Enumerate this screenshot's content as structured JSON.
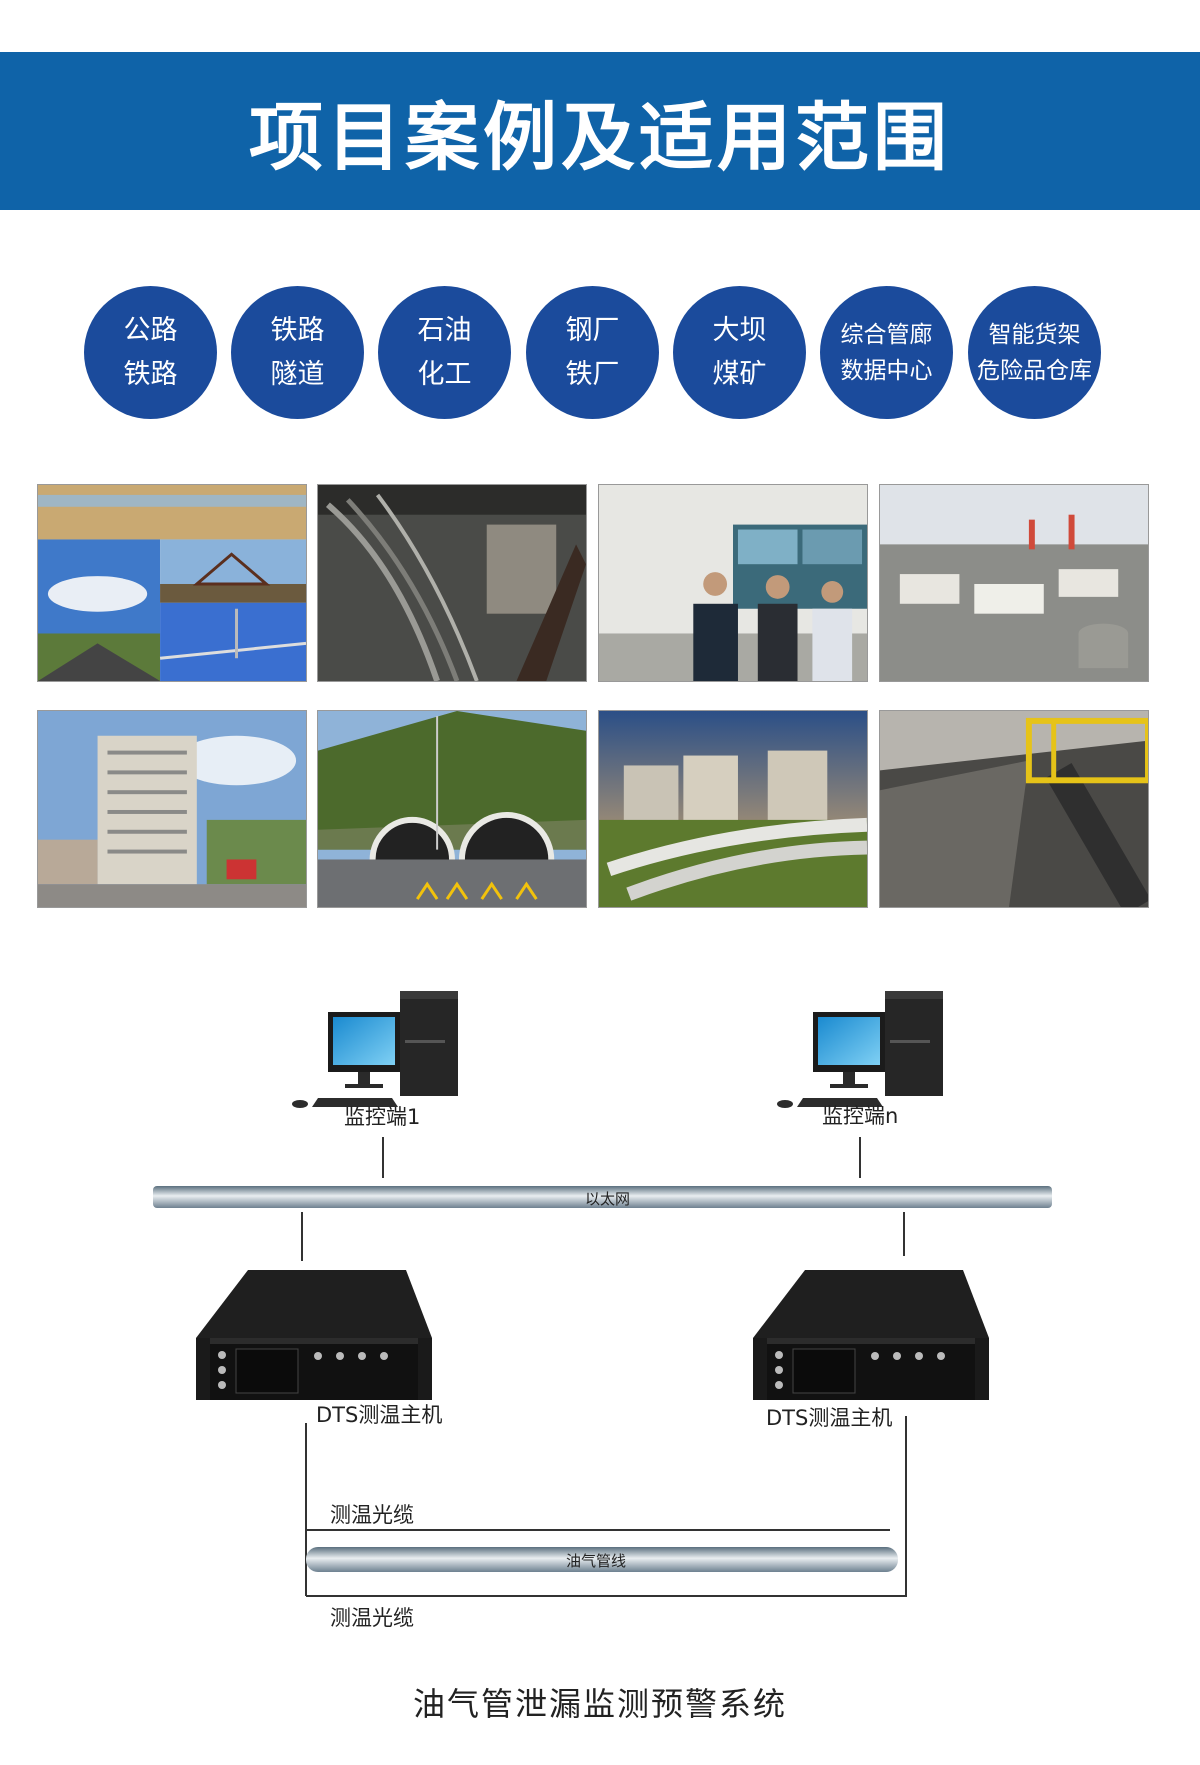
{
  "header": {
    "title": "项目案例及适用范围"
  },
  "scopes": [
    {
      "line1": "公路",
      "line2": "铁路"
    },
    {
      "line1": "铁路",
      "line2": "隧道"
    },
    {
      "line1": "石油",
      "line2": "化工"
    },
    {
      "line1": "钢厂",
      "line2": "铁厂"
    },
    {
      "line1": "大坝",
      "line2": "煤矿"
    },
    {
      "line1": "综合管廊",
      "line2": "数据中心"
    },
    {
      "line1": "智能货架",
      "line2": "危险品仓库"
    }
  ],
  "diagram": {
    "monitor1": "监控端1",
    "monitorN": "监控端n",
    "ethernet": "以太网",
    "host1": "DTS测温主机",
    "host2": "DTS测温主机",
    "cable_top": "测温光缆",
    "pipeline": "油气管线",
    "cable_bottom": "测温光缆"
  },
  "footer": {
    "title": "油气管泄漏监测预警系统"
  },
  "colors": {
    "banner": "#0f63a8",
    "circle": "#1b4b9c"
  }
}
